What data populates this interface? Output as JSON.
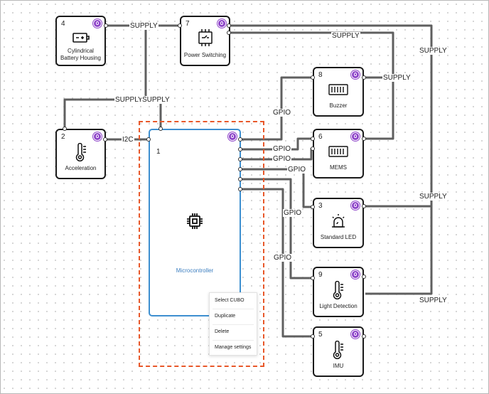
{
  "nodes": [
    {
      "id": "battery",
      "number": "4",
      "name": "Cylindrical\nBattery Housing",
      "icon": "battery-icon"
    },
    {
      "id": "power",
      "number": "7",
      "name": "Power Switching",
      "icon": "power-switch-icon"
    },
    {
      "id": "buzzer",
      "number": "8",
      "name": "Buzzer",
      "icon": "chip-icon"
    },
    {
      "id": "mems",
      "number": "6",
      "name": "MEMS",
      "icon": "chip-icon"
    },
    {
      "id": "accel",
      "number": "2",
      "name": "Acceleration",
      "icon": "thermometer-icon"
    },
    {
      "id": "led",
      "number": "3",
      "name": "Standard LED",
      "icon": "alarm-light-icon"
    },
    {
      "id": "light",
      "number": "9",
      "name": "Light Detection",
      "icon": "thermometer-icon"
    },
    {
      "id": "imu",
      "number": "5",
      "name": "IMU",
      "icon": "thermometer-icon"
    }
  ],
  "microcontroller": {
    "number": "1",
    "name": "Microcontroller",
    "icon": "cpu-icon"
  },
  "wire_labels": {
    "supply_batt_power": "SUPPLY",
    "supply_top_right": "SUPPLY",
    "supply_right_col_top": "SUPPLY",
    "supply_buzzer": "SUPPLY",
    "supply_left": "SUPPLY",
    "supply_right": "SUPPLY",
    "supply_right_col_mid": "SUPPLY",
    "supply_right_col_low": "SUPPLY",
    "i2c": "I2C",
    "gpio_buzzer": "GPIO",
    "gpio_mems_1": "GPIO",
    "gpio_mems_2": "GPIO",
    "gpio_led": "GPIO",
    "gpio_light": "GPIO",
    "gpio_imu": "GPIO"
  },
  "context_menu": {
    "items": [
      "Select CUBO",
      "Duplicate",
      "Delete",
      "Manage settings"
    ]
  },
  "colors": {
    "wire": "#5f5f5f",
    "selection": "#e8582a",
    "microcontroller_border": "#3d8fd0",
    "badge": "#8e44c9"
  }
}
